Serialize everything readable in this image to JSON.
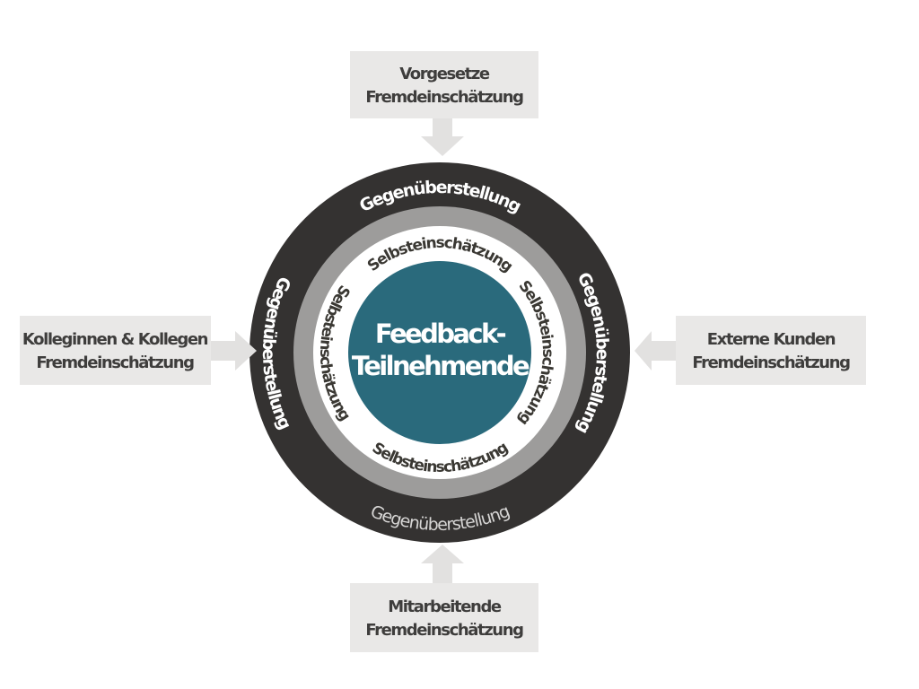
{
  "center": {
    "line1": "Feedback-",
    "line2": "Teilnehmende"
  },
  "rings": {
    "outer_label": "Gegenüberstellung",
    "inner_label": "Selbsteinschätzung"
  },
  "boxes": {
    "top": {
      "line1": "Vorgesetze",
      "line2": "Fremdeinschätzung"
    },
    "left": {
      "line1": "Kolleginnen & Kollegen",
      "line2": "Fremdeinschätzung"
    },
    "right": {
      "line1": "Externe Kunden",
      "line2": "Fremdeinschätzung"
    },
    "bottom": {
      "line1": "Mitarbeitende",
      "line2": "Fremdeinschätzung"
    }
  },
  "colors": {
    "background": "#ffffff",
    "outer_ring": "#343231",
    "middle_ring": "#9d9c9b",
    "inner_ring": "#ffffff",
    "core": "#2a6a7c",
    "ring_label_light": "#ffffff",
    "ring_label_muted": "#d6d5d4",
    "ring_label_dark": "#3a3833",
    "box_bg": "#e9e8e7",
    "arrow": "#e2e1e0",
    "box_text": "#3e3d3c",
    "center_text": "#ffffff"
  }
}
